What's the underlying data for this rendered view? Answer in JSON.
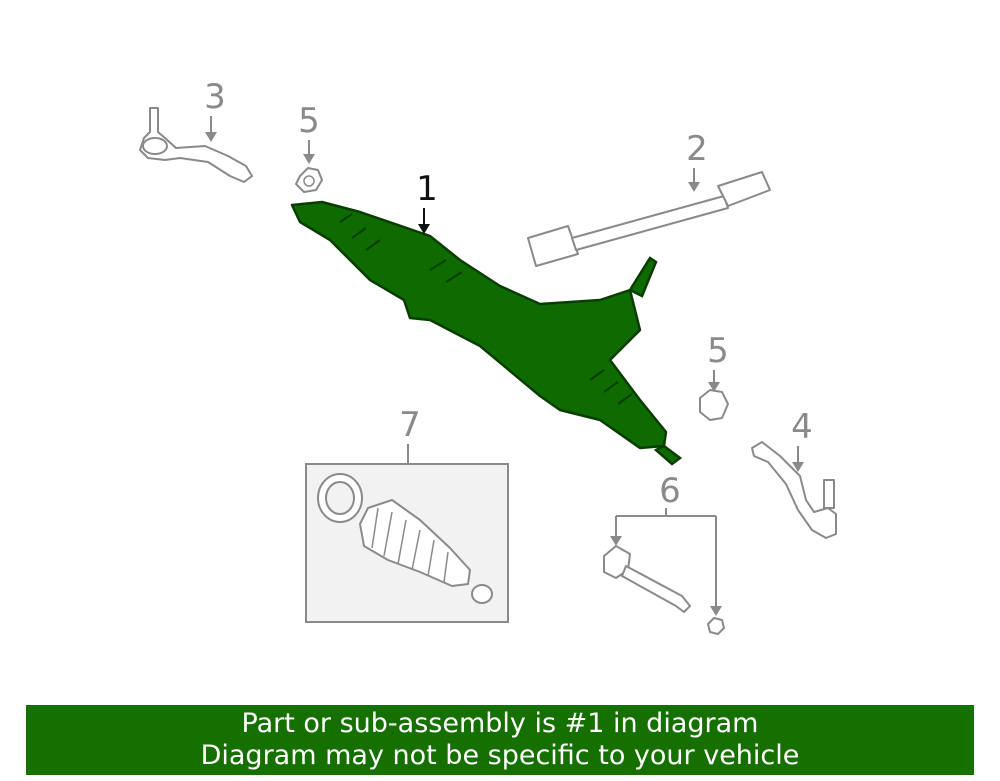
{
  "callouts": {
    "c1": "1",
    "c2": "2",
    "c3": "3",
    "c4": "4",
    "c5a": "5",
    "c5b": "5",
    "c6": "6",
    "c7": "7"
  },
  "colors": {
    "highlight_part": "#0e6b00",
    "secondary_parts": "#8a8a8a",
    "banner_background": "#157000",
    "banner_text": "#ffffff"
  },
  "banner": {
    "line1": "Part or sub-assembly is #1 in diagram",
    "line2": "Diagram may not be specific to your vehicle"
  }
}
